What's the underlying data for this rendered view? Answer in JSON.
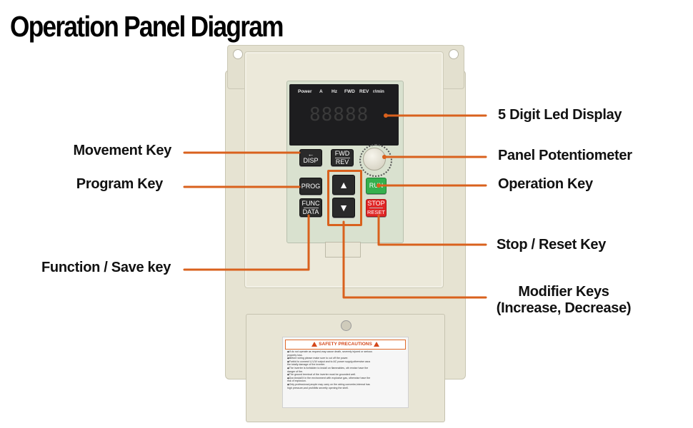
{
  "title": "Operation Panel Diagram",
  "callouts": {
    "movement_key": "Movement Key",
    "program_key": "Program Key",
    "function_save_key": "Function / Save key",
    "led_display": "5 Digit Led Display",
    "panel_potentiometer": "Panel Potentiometer",
    "operation_key": "Operation Key",
    "stop_reset_key": "Stop / Reset Key",
    "modifier_keys_line1": "Modifier Keys",
    "modifier_keys_line2": "(Increase, Decrease)"
  },
  "display": {
    "indicators": [
      "Power",
      "A",
      "Hz",
      "FWD",
      "REV",
      "r/min"
    ],
    "digits": "88888"
  },
  "keys": {
    "disp": "DISP",
    "fwd": "FWD",
    "rev": "REV",
    "prog": "PROG",
    "func": "FUNC",
    "data": "DATA",
    "run": "RUN",
    "stop": "STOP",
    "reset": "RESET"
  },
  "sticker": {
    "title": "SAFETY PRECAUTIONS",
    "lines": [
      "◆If do not operate as request,may cause death, severely injured or serious",
      "  property loss.",
      "◆Before wiring please make sure to cut off the power.",
      "◆Forbid to connect U,V,W output and to AC power supply,otherwise caus",
      "  the totally damage of the inverter.",
      "◆The inverter is forbidden to install on flammables, oth erwise have the",
      "  danger of fire.",
      "◆The ground terminal of the inverter must be grounded well.",
      "◆Don,tinstall it in the environment with explosive gas, otherwise have the",
      "  risk of explosion.",
      "◆Only professional people may carry on the wiring converter,internal has",
      "  high pressure,and prohibits secretly opening the shell."
    ]
  },
  "colors": {
    "leader": "#d9611d",
    "run": "#35b04e",
    "stop": "#e02626"
  }
}
